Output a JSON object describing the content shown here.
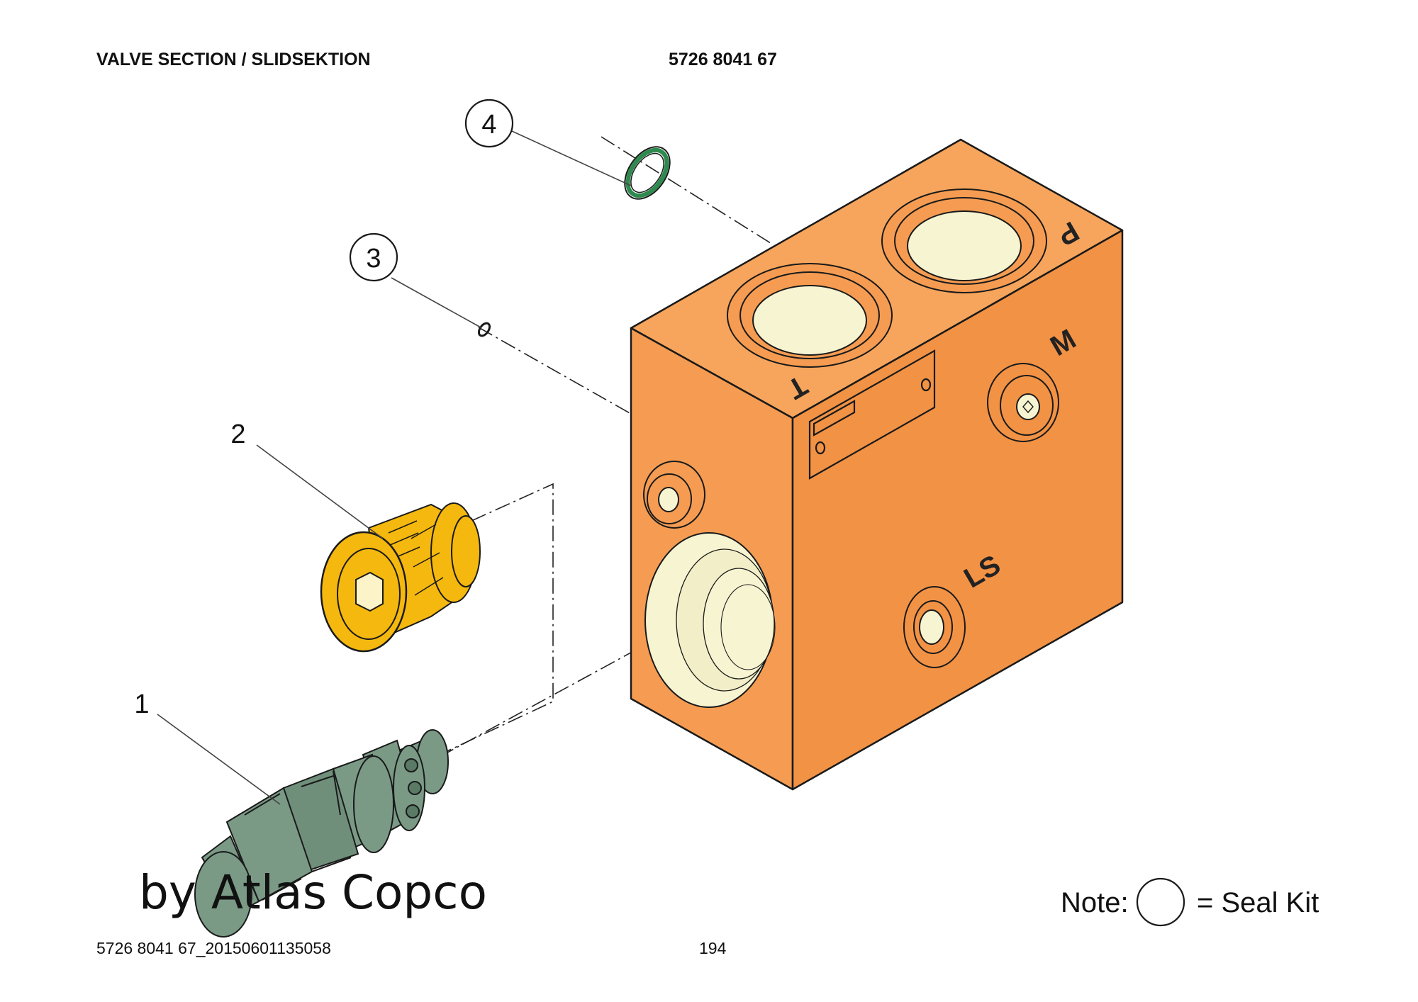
{
  "header": {
    "section_title": "VALVE SECTION / SLIDSEKTION",
    "part_number": "5726 8041 67"
  },
  "footer": {
    "document_id": "5726 8041 67_20150601135058",
    "page_number": "194"
  },
  "callouts": [
    "1",
    "2",
    "3",
    "4"
  ],
  "ports": {
    "t": "T",
    "p": "P",
    "m": "M",
    "ls": "LS"
  },
  "note": {
    "prefix": "Note:",
    "suffix": "= Seal Kit"
  },
  "watermark": "by Atlas Copco",
  "colors": {
    "block": "#f59c52",
    "cartridge": "#7a9a86",
    "plug": "#f5b80e",
    "port_fill": "#f7f4d2",
    "oring_green": "#2e8a4e"
  }
}
